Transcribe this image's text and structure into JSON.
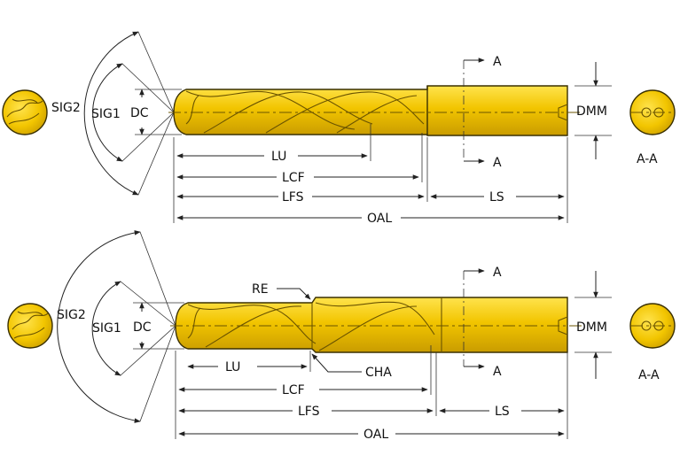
{
  "colors": {
    "tool_fill": "#f2c500",
    "tool_highlight": "#ffe34d",
    "tool_shade": "#c99c00",
    "outline": "#3a3000",
    "line": "#222222"
  },
  "top": {
    "labels": {
      "sig2": "SIG2",
      "sig1": "SIG1",
      "dc": "DC",
      "dmm": "DMM",
      "section_a_top": "A",
      "section_a_bottom": "A",
      "lu": "LU",
      "lcf": "LCF",
      "lfs": "LFS",
      "ls": "LS",
      "oal": "OAL",
      "section_view": "A-A"
    }
  },
  "bottom": {
    "labels": {
      "sig2": "SIG2",
      "sig1": "SIG1",
      "dc": "DC",
      "dmm": "DMM",
      "re": "RE",
      "cha": "CHA",
      "section_a_top": "A",
      "section_a_bottom": "A",
      "lu": "LU",
      "lcf": "LCF",
      "lfs": "LFS",
      "ls": "LS",
      "oal": "OAL",
      "section_view": "A-A"
    }
  }
}
